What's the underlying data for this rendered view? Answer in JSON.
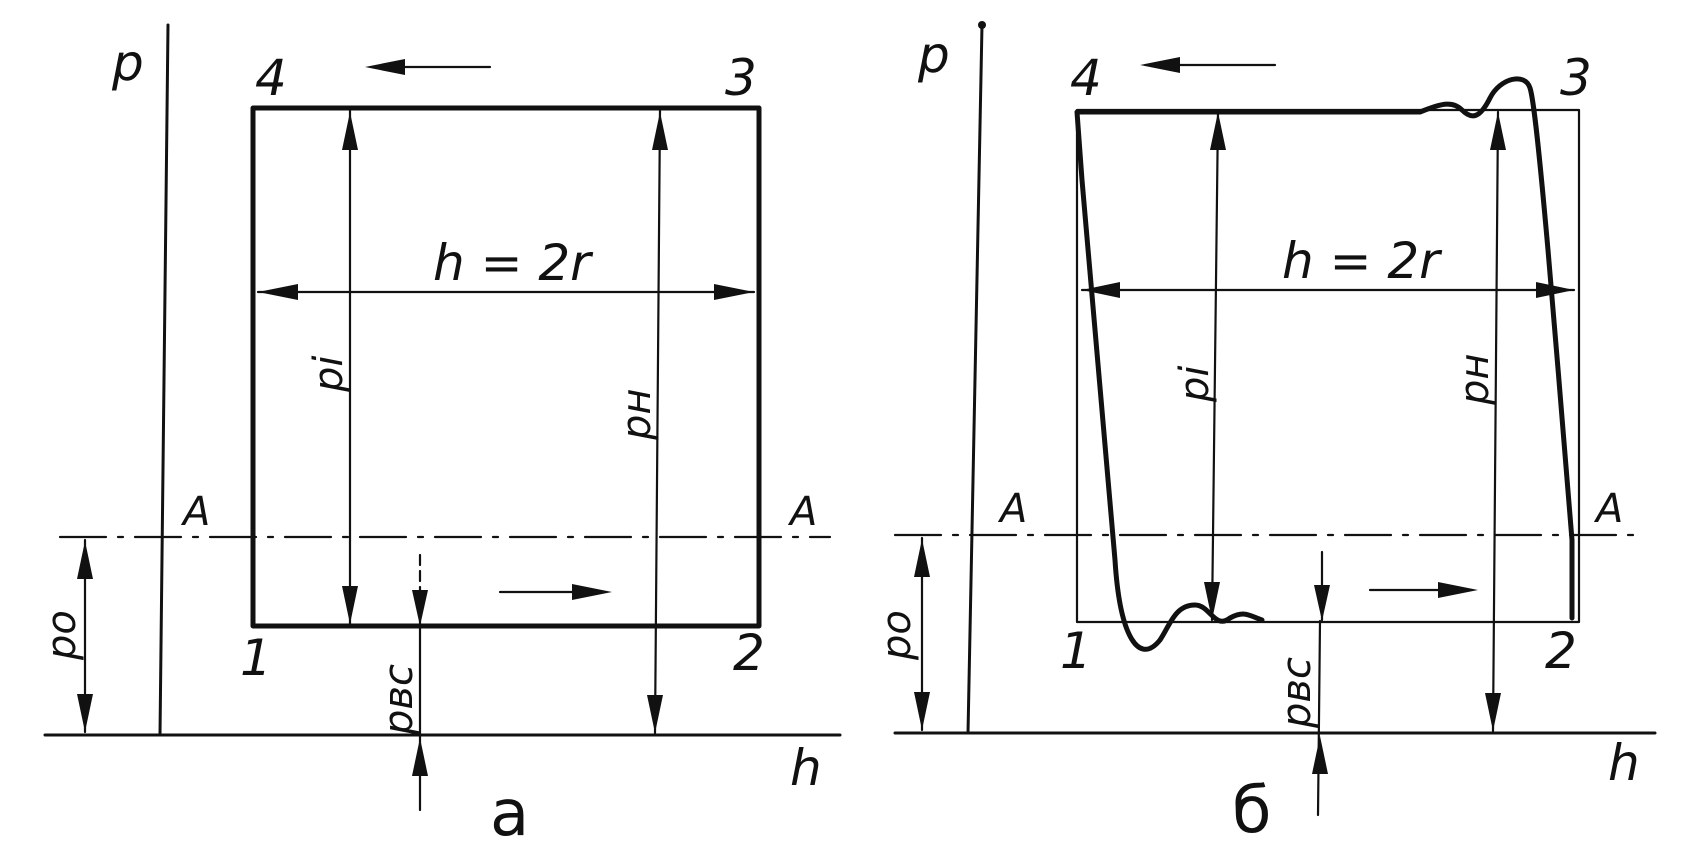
{
  "diagrams": [
    {
      "id": "a",
      "caption": "а",
      "axis_p": "p",
      "axis_h": "h",
      "corner_1": "1",
      "corner_2": "2",
      "corner_3": "3",
      "corner_4": "4",
      "stroke_label": "h = 2r",
      "line_A_left": "A",
      "line_A_right": "A",
      "dim_pi": "pi",
      "dim_pn": "pн",
      "dim_po": "po",
      "dim_pvs": "pвс"
    },
    {
      "id": "b",
      "caption": "б",
      "axis_p": "p",
      "axis_h": "h",
      "corner_1": "1",
      "corner_2": "2",
      "corner_3": "3",
      "corner_4": "4",
      "stroke_label": "h = 2r",
      "line_A_left": "A",
      "line_A_right": "A",
      "dim_pi": "pi",
      "dim_pn": "pн",
      "dim_po": "po",
      "dim_pvs": "pвс"
    }
  ],
  "colors": {
    "ink": "#111111",
    "paper": "#ffffff"
  },
  "icons": [
    "arrow-left-icon",
    "arrow-right-icon"
  ]
}
